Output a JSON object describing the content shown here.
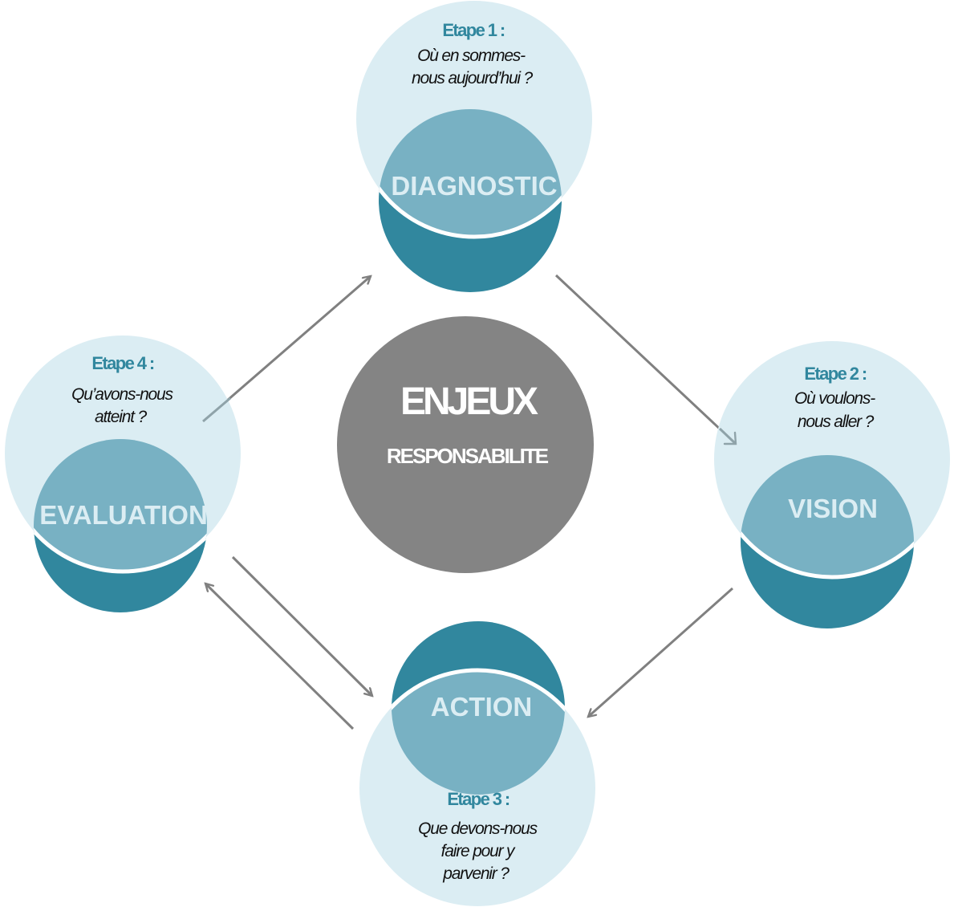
{
  "colors": {
    "light": "#dbedf3",
    "medium": "#78b1c3",
    "dark": "#31879e",
    "title": "#31879e",
    "stage_text": "#dbedf3",
    "center": "#848484",
    "center_text": "#ffffff",
    "arrow": "#808080"
  },
  "center": {
    "title": "ENJEUX",
    "subtitle": "RESPONSABILITE"
  },
  "steps": [
    {
      "id": "diagnostic",
      "stage": "DIAGNOSTIC",
      "title": "Etape 1 :",
      "question_lines": [
        "Où en sommes-",
        "nous aujourd’hui ?"
      ]
    },
    {
      "id": "vision",
      "stage": "VISION",
      "title": "Etape 2 :",
      "question_lines": [
        "Où voulons-",
        "nous aller ?"
      ]
    },
    {
      "id": "action",
      "stage": "ACTION",
      "title": "Etape 3 :",
      "question_lines": [
        "Que devons-nous",
        "faire pour y",
        "parvenir ?"
      ]
    },
    {
      "id": "evaluation",
      "stage": "EVALUATION",
      "title": "Etape 4 :",
      "question_lines": [
        "Qu’avons-nous",
        "atteint ?"
      ]
    }
  ],
  "arrows": [
    {
      "from": "evaluation",
      "to": "diagnostic"
    },
    {
      "from": "diagnostic",
      "to": "vision"
    },
    {
      "from": "vision",
      "to": "action"
    },
    {
      "from": "evaluation",
      "to": "action"
    },
    {
      "from": "action",
      "to": "evaluation"
    }
  ]
}
